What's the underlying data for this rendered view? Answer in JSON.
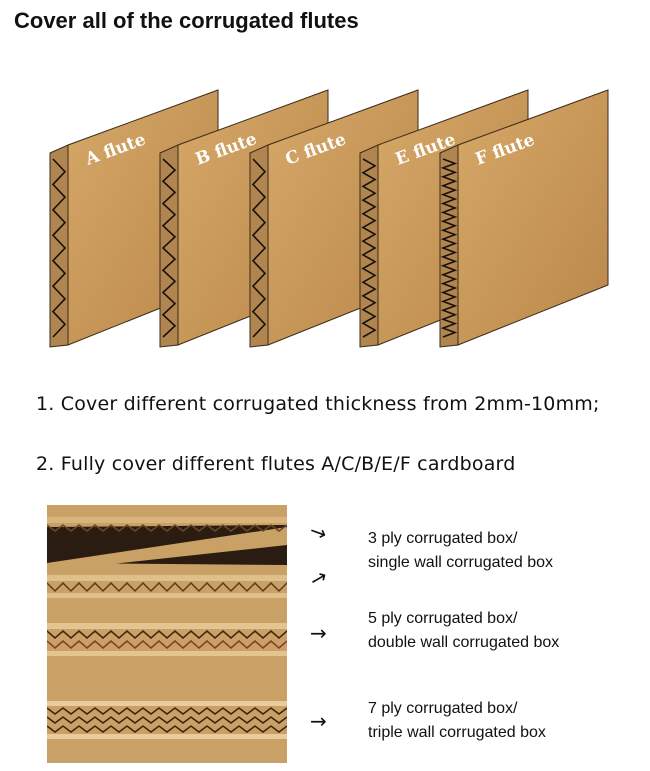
{
  "title": "Cover all of the corrugated flutes",
  "flute_panels": [
    {
      "label": "A flute"
    },
    {
      "label": "B flute"
    },
    {
      "label": "C flute"
    },
    {
      "label": "E flute"
    },
    {
      "label": "F flute"
    }
  ],
  "bullets": [
    "1. Cover different corrugated thickness from 2mm-10mm;",
    "2. Fully cover different flutes A/C/B/E/F cardboard"
  ],
  "box_types": [
    {
      "line1": "3 ply corrugated box/",
      "line2": "single wall corrugated box"
    },
    {
      "line1": "5 ply corrugated box/",
      "line2": "double wall corrugated box"
    },
    {
      "line1": "7 ply corrugated box/",
      "line2": "triple wall corrugated box"
    }
  ],
  "arrow_glyph": "→",
  "colors": {
    "cardboard": "#c99a5b",
    "cardboard_dark": "#a8763d",
    "edge": "#3a2a18"
  }
}
